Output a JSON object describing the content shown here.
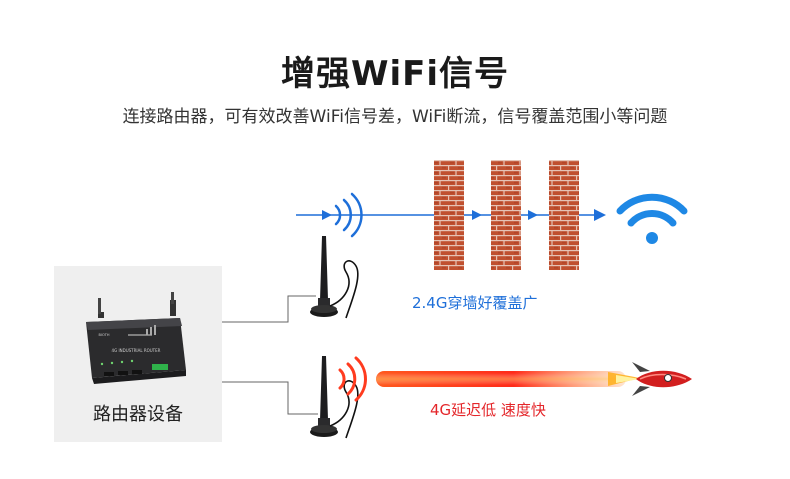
{
  "title": "增强WiFi信号",
  "subtitle": "连接路由器，可有效改善WiFi信号差，WiFi断流，信号覆盖范围小等问题",
  "device": {
    "label": "路由器设备",
    "panel_text": "4G INDUSTRIAL ROUTER",
    "brand": "BIOTH"
  },
  "wifi_path": {
    "label": "2.4G穿墙好覆盖广",
    "color": "#1e6fd9"
  },
  "lte_path": {
    "label": "4G延迟低 速度快",
    "color": "#e4262a"
  },
  "colors": {
    "brick": "#b5442b",
    "wifi_icon": "#1e88e5",
    "rocket": "#d21f1f"
  },
  "icons": [
    "wall-icon",
    "wifi-icon",
    "rocket-icon",
    "antenna-icon",
    "router-icon",
    "signal-waves-icon"
  ]
}
